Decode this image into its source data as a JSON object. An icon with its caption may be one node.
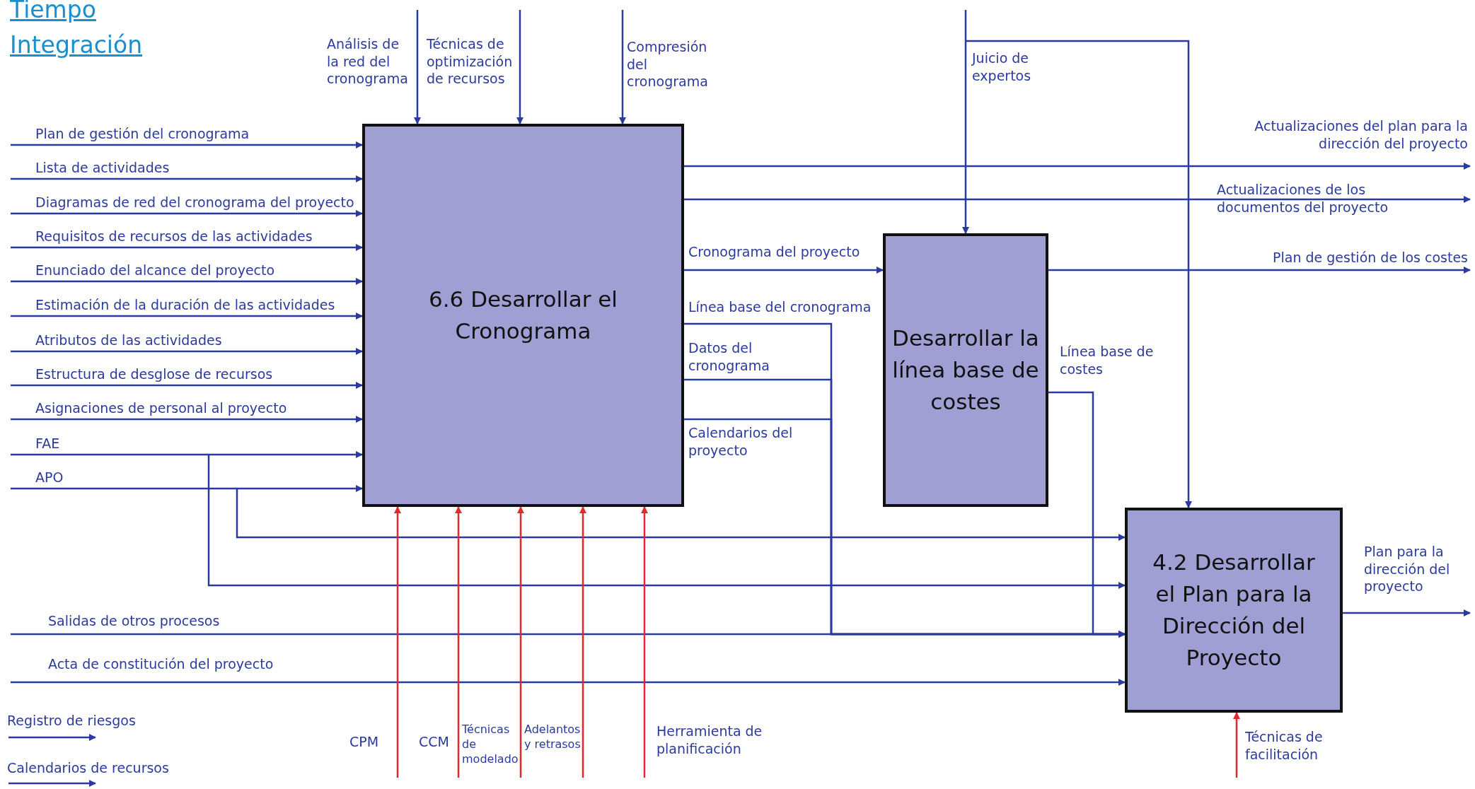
{
  "diagram": {
    "nodes": [
      {
        "text": [
          "6.6 Desarrollar el Cronograma"
        ]
      },
      {
        "text": [
          "Desarrollar la línea base de costes"
        ]
      },
      {
        "text": [
          "4.2 Desarrollar el Plan para la Dirección del Proyecto"
        ]
      }
    ],
    "edges": [
      {
        "from": null,
        "to": 0,
        "arrow": "to",
        "label": "Análisis de la red del cronograma"
      },
      {
        "from": null,
        "to": 0,
        "arrow": "to",
        "label": "Técnicas de optimización de recursos"
      },
      {
        "from": null,
        "to": 0,
        "arrow": "to",
        "label": "Compresión del cronograma"
      },
      {
        "from": null,
        "to": 1,
        "arrow": "to",
        "label": "Juicio de expertos"
      },
      {
        "from": null,
        "to": 2,
        "arrow": "to"
      },
      {
        "from": null,
        "to": 0,
        "arrow": "to",
        "label": "Plan de gestión del cronograma"
      },
      {
        "from": null,
        "to": 0,
        "arrow": "to",
        "label": "Lista de actividades"
      },
      {
        "from": null,
        "to": 0,
        "arrow": "to",
        "label": "Diagramas de red del cronograma del proyecto"
      },
      {
        "from": null,
        "to": 0,
        "arrow": "to",
        "label": "Requisitos de recursos de las actividades"
      },
      {
        "from": null,
        "to": 0,
        "arrow": "to",
        "label": "Enunciado del alcance del proyecto"
      },
      {
        "from": null,
        "to": 0,
        "arrow": "to",
        "label": "Estimación de la duración de las actividades"
      },
      {
        "from": null,
        "to": 0,
        "arrow": "to",
        "label": "Atributos de las actividades"
      },
      {
        "from": null,
        "to": 0,
        "arrow": "to",
        "label": "Estructura de desglose de recursos"
      },
      {
        "from": null,
        "to": 0,
        "arrow": "to",
        "label": "Asignaciones de personal al proyecto"
      },
      {
        "from": null,
        "to": 0,
        "arrow": "to",
        "label": "FAE"
      },
      {
        "from": null,
        "to": 2,
        "arrow": "to"
      },
      {
        "from": null,
        "to": 0,
        "arrow": "to",
        "label": "APO"
      },
      {
        "from": null,
        "to": 2,
        "arrow": "to"
      },
      {
        "from": 0,
        "to": null,
        "arrow": "to",
        "label": "Actualizaciones del plan para la dirección del proyecto"
      },
      {
        "from": 0,
        "to": null,
        "arrow": "to",
        "label": "Actualizaciones de los documentos del proyecto"
      },
      {
        "from": 0,
        "to": 1,
        "arrow": "to",
        "label": "Cronograma del proyecto"
      },
      {
        "from": 0,
        "to": 2,
        "arrow": "to",
        "label": "Línea base del cronograma"
      },
      {
        "from": 0,
        "to": 2,
        "arrow": "to",
        "label": "Datos del cronograma"
      },
      {
        "from": 0,
        "to": 2,
        "arrow": "to",
        "label": "Calendarios del proyecto"
      },
      {
        "from": 1,
        "to": null,
        "arrow": "to",
        "label": "Plan de gestión de los costes"
      },
      {
        "from": 1,
        "to": 2,
        "arrow": "to",
        "label": "Línea base de costes"
      },
      {
        "from": null,
        "to": 2,
        "arrow": "to",
        "label": "Salidas de otros procesos"
      },
      {
        "from": null,
        "to": 2,
        "arrow": "to",
        "label": "Acta de constitución del proyecto"
      },
      {
        "from": 2,
        "to": null,
        "arrow": "to",
        "label": "Plan para la dirección del proyecto"
      },
      {
        "from": null,
        "to": 0,
        "arrow": "to",
        "label": "CPM",
        "color": "#e8262e"
      },
      {
        "from": null,
        "to": 0,
        "arrow": "to",
        "label": "CCM",
        "color": "#e8262e"
      },
      {
        "from": null,
        "to": 0,
        "arrow": "to",
        "label": "Técnicas de modelado",
        "color": "#e8262e"
      },
      {
        "from": null,
        "to": 0,
        "arrow": "to",
        "label": "Adelantos y retrasos",
        "color": "#e8262e"
      },
      {
        "from": null,
        "to": 0,
        "arrow": "to",
        "label": "Herramienta de planificación",
        "color": "#e8262e"
      },
      {
        "from": null,
        "to": 2,
        "arrow": "to",
        "label": "Técnicas de facilitación",
        "color": "#e8262e"
      }
    ],
    "labels": [
      "Tiempo",
      "Integración",
      "Registro de riesgos",
      "Calendarios de recursos"
    ]
  }
}
